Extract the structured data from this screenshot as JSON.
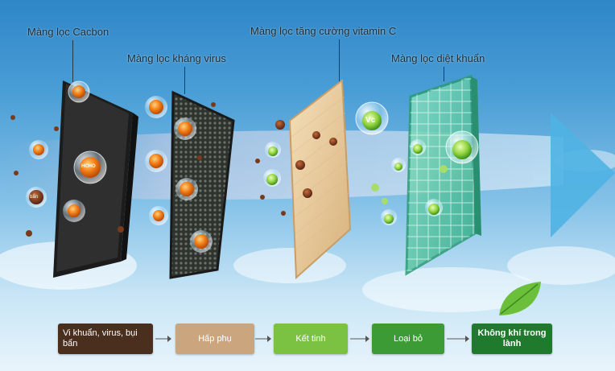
{
  "filters": [
    {
      "name": "Màng lọc Cacbon"
    },
    {
      "name": "Màng lọc kháng virus"
    },
    {
      "name": "Màng lọc tăng cường vitamin C"
    },
    {
      "name": "Màng lọc diệt khuẩn"
    }
  ],
  "particle_labels": {
    "pollutant": "HCHO",
    "bacteria": "bẩn",
    "vitamin": "Vc"
  },
  "flow": [
    {
      "label": "Vi khuẩn, virus, bụi bẩn",
      "color": "#4a2e1e"
    },
    {
      "label": "Hấp phụ",
      "color": "#caa57e"
    },
    {
      "label": "Kết tinh",
      "color": "#7cc242"
    },
    {
      "label": "Loại bỏ",
      "color": "#3d9b35"
    },
    {
      "label": "Không khí trong lành",
      "color": "#1f7a2e"
    }
  ],
  "colors": {
    "carbon": "#2b2b2b",
    "mesh": "#3a3f3a",
    "vitamin": "#e8cfa2",
    "antibacterial": "#5fc6a6",
    "arrow": "#4fb2e3",
    "leaf": "#6cbf3a"
  }
}
